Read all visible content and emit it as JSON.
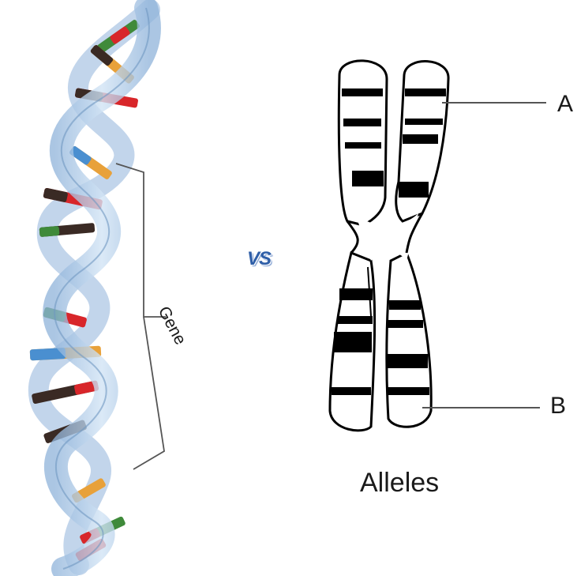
{
  "dna": {
    "gene_label": "Gene"
  },
  "separator": {
    "vs_label": "VS"
  },
  "chromosome": {
    "label_a": "A",
    "label_b": "B",
    "caption": "Alleles"
  },
  "colors": {
    "helix_strand": "#a9c7e6",
    "helix_strand_edge": "#6f97c2",
    "base_red": "#d8262a",
    "base_green": "#3f8a3a",
    "base_orange": "#e8a13a",
    "base_blue": "#4a8fd0",
    "base_dark": "#3a2a24",
    "bracket": "#555555",
    "vs": "#2f5fa8"
  }
}
